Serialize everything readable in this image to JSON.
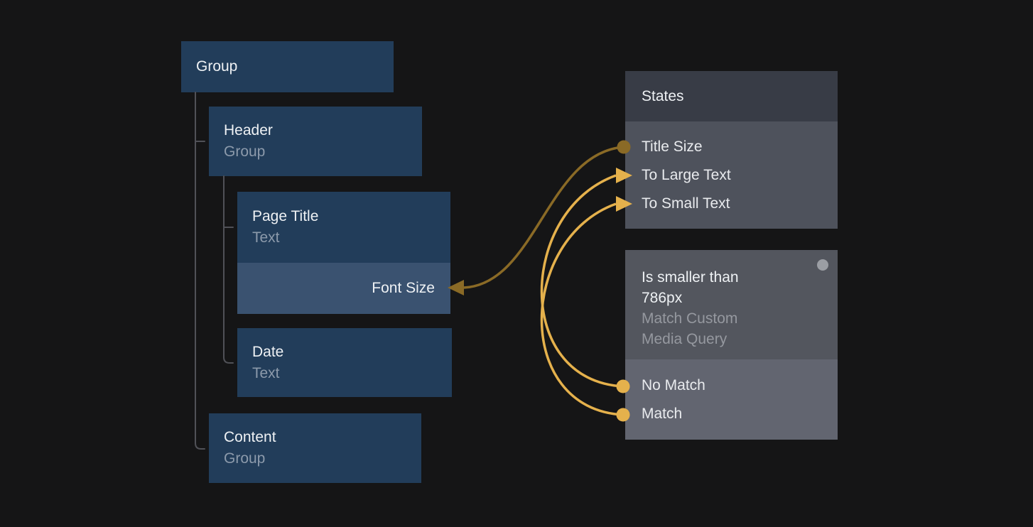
{
  "colors": {
    "background": "#151516",
    "node_blue": "#223d5a",
    "node_blue_light": "#3a5270",
    "title_text": "#eef1f4",
    "subtitle_text_on_blue": "#8c9aab",
    "states_header_bg": "#383c46",
    "states_body_bg": "#4e525c",
    "query_header_bg": "#53565e",
    "query_body_bg": "#626570",
    "item_text": "#e9ebee",
    "subtitle_text_on_gray": "#95989f",
    "tree_line": "#505157",
    "connector_gold": "#e5b14c",
    "connector_gold_dark": "#8a6a26",
    "status_dot_gray": "#9b9ea4"
  },
  "layers": {
    "group": {
      "title": "Group"
    },
    "header": {
      "title": "Header",
      "subtitle": "Group"
    },
    "page_title": {
      "title": "Page Title",
      "subtitle": "Text",
      "property": "Font Size"
    },
    "date": {
      "title": "Date",
      "subtitle": "Text"
    },
    "content": {
      "title": "Content",
      "subtitle": "Group"
    }
  },
  "states_panel": {
    "title": "States",
    "items": [
      {
        "label": "Title Size"
      },
      {
        "label": "To Large Text"
      },
      {
        "label": "To Small Text"
      }
    ]
  },
  "query_panel": {
    "title_line1": "Is smaller than",
    "title_line2": "786px",
    "subtitle_line1": "Match Custom",
    "subtitle_line2": "Media Query",
    "items": [
      {
        "label": "No Match"
      },
      {
        "label": "Match"
      }
    ]
  },
  "connections": [
    {
      "from": "Title Size",
      "to": "Font Size"
    },
    {
      "from": "No Match",
      "to": "To Large Text"
    },
    {
      "from": "Match",
      "to": "To Small Text"
    }
  ]
}
